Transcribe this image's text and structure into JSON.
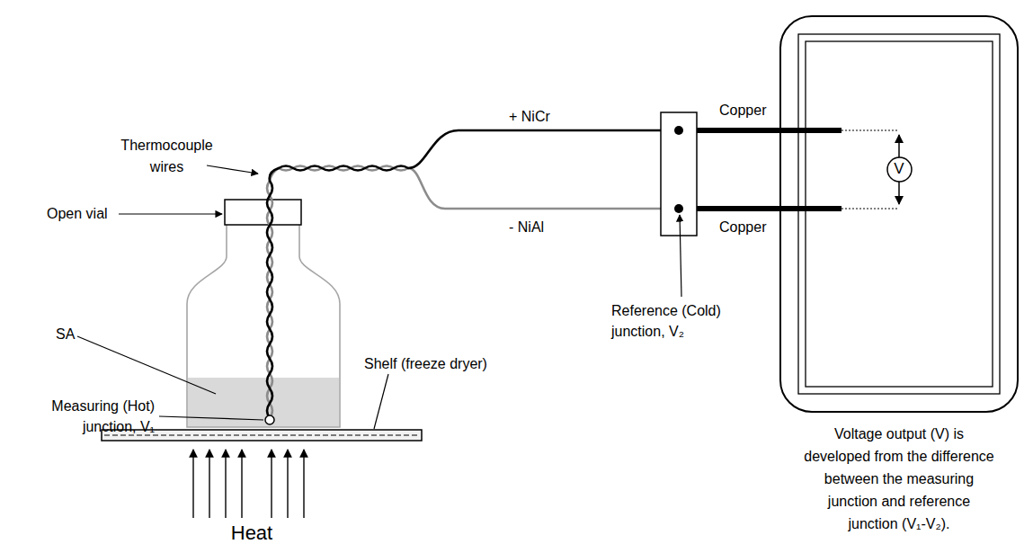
{
  "diagram": {
    "nodes": [
      {
        "text": [
          "V"
        ]
      }
    ],
    "labels": [
      "Thermocouple wires",
      "Open vial",
      "SA",
      "Measuring (Hot) junction, V₁",
      "Shelf (freeze dryer)",
      "Heat",
      "+ NiCr",
      "- NiAl",
      "Copper",
      "Copper",
      "Reference (Cold) junction, V₂",
      "Voltage output (V) is developed from the difference between the measuring junction and reference junction (V₁-V₂)."
    ]
  }
}
